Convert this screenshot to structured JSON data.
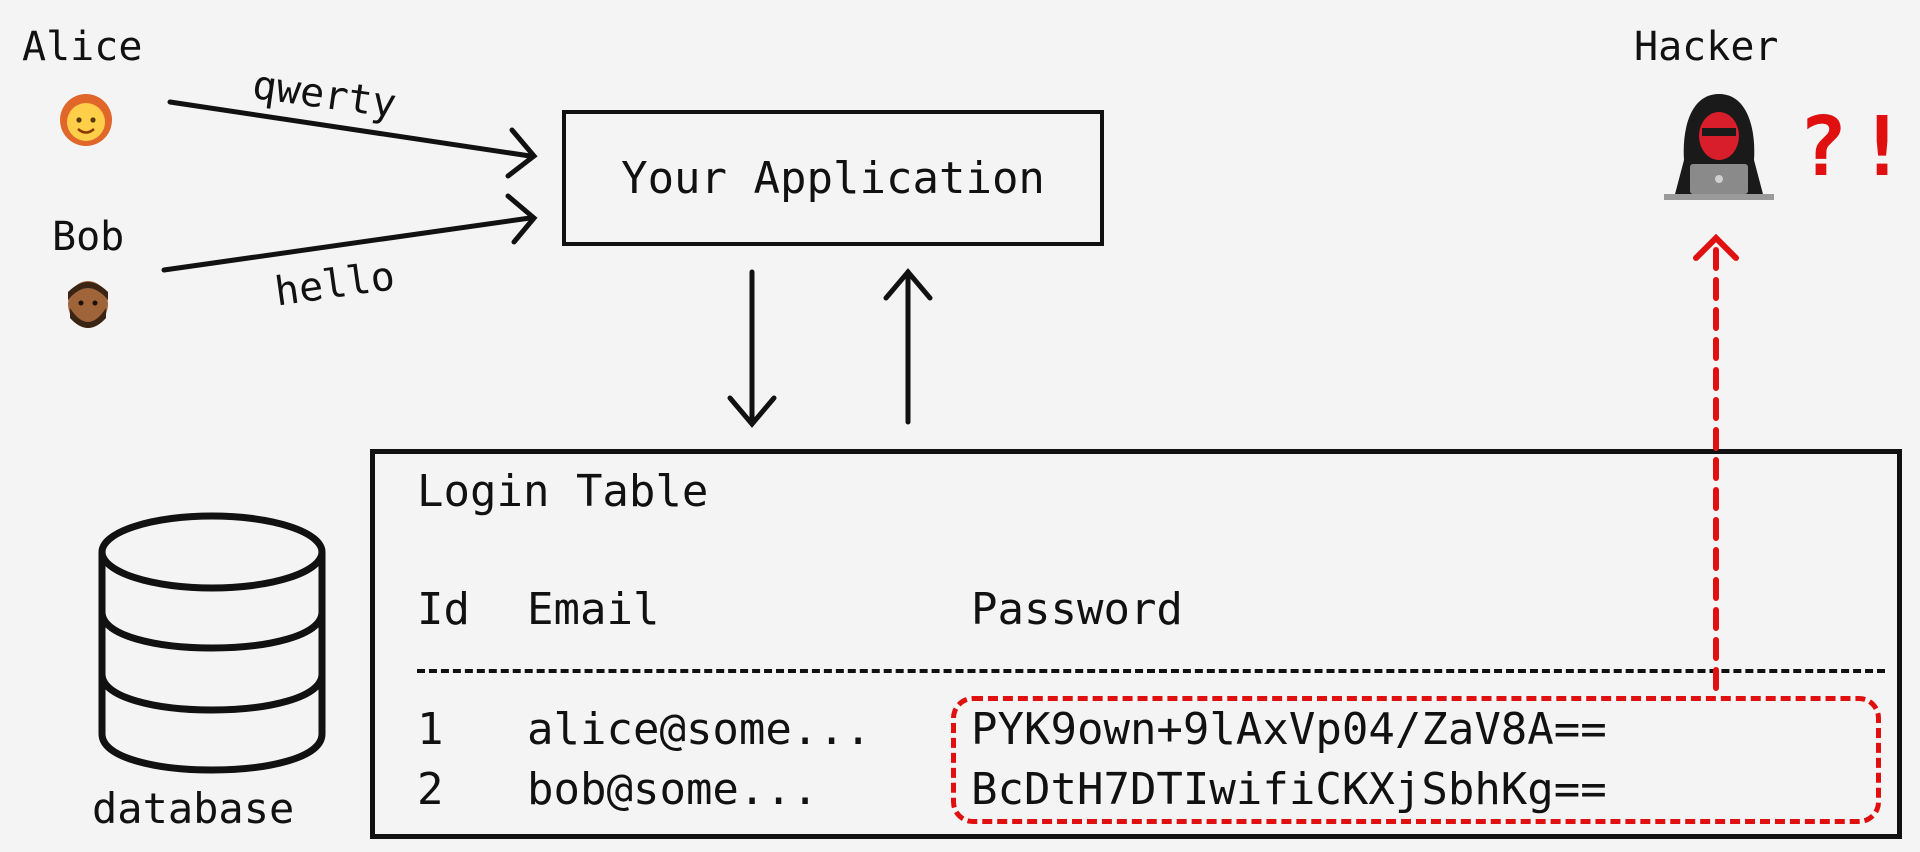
{
  "actors": {
    "alice": {
      "name": "Alice",
      "icon": "woman-face-icon"
    },
    "bob": {
      "name": "Bob",
      "icon": "man-face-icon"
    },
    "hacker": {
      "name": "Hacker",
      "icon": "hacker-icon",
      "reaction": "?!"
    }
  },
  "edges": {
    "alice_to_app": "qwerty",
    "bob_to_app": "hello"
  },
  "app": {
    "title": "Your Application"
  },
  "database": {
    "label": "database",
    "icon": "database-icon"
  },
  "login_table": {
    "title": "Login Table",
    "columns": [
      "Id",
      "Email",
      "Password"
    ],
    "divider": "-------------------------------------------------------------",
    "rows": [
      {
        "id": "1",
        "email": "alice@some...",
        "password": "PYK9own+9lAxVp04/ZaV8A=="
      },
      {
        "id": "2",
        "email": "bob@some...",
        "password": "BcDtH7DTIwifiCKXjSbhKg=="
      }
    ]
  },
  "colors": {
    "line": "#111111",
    "accent_red": "#e01010",
    "background": "#f4f4f4"
  }
}
